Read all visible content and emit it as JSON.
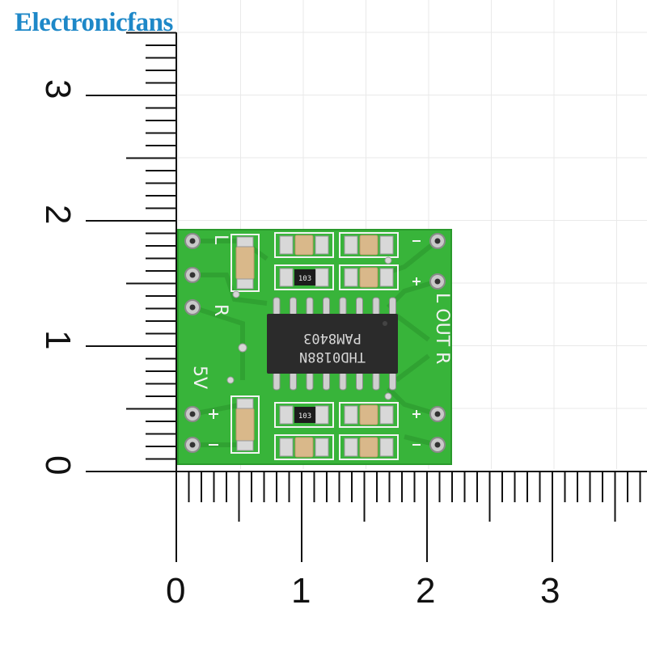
{
  "watermark": {
    "brand": "Electronicfans"
  },
  "ruler": {
    "vertical_labels": [
      "3",
      "2",
      "1",
      "0"
    ],
    "horizontal_labels": [
      "0",
      "1",
      "2",
      "3"
    ]
  },
  "board": {
    "chip_line1": "THD0188N",
    "chip_line2": "PAM8403",
    "resistor_top": "103",
    "resistor_bottom": "103",
    "label_L": "L",
    "label_R": "R",
    "label_5V": "5V",
    "label_out": "L OUT R"
  },
  "colors": {
    "pcb": "#3cb83c",
    "pcb_dark": "#2e9a30",
    "silkscreen": "#ffffff",
    "chip": "#2a2a2a",
    "brand": "#1e88c8",
    "grid": "#e8e8e8"
  }
}
